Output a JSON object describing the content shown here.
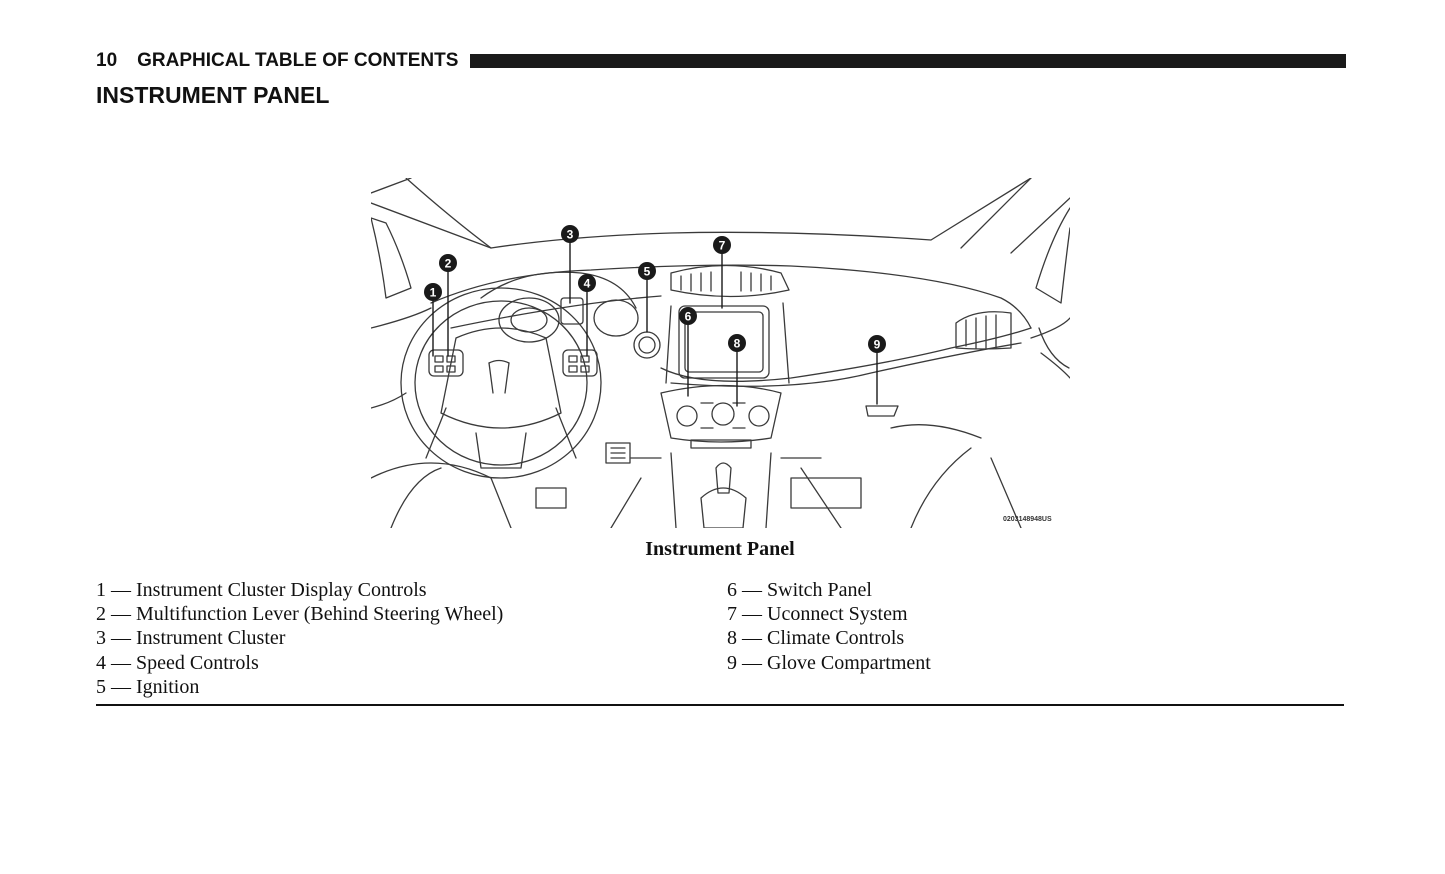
{
  "header": {
    "page_number": "10",
    "title": "GRAPHICAL TABLE OF CONTENTS"
  },
  "section_title": "INSTRUMENT PANEL",
  "figure": {
    "image_code": "0203148948US",
    "callouts": [
      "1",
      "2",
      "3",
      "4",
      "5",
      "6",
      "7",
      "8",
      "9"
    ],
    "caption": "Instrument Panel"
  },
  "legend": {
    "left": [
      "1 — Instrument Cluster Display Controls",
      "2 — Multifunction Lever (Behind Steering Wheel)",
      "3 — Instrument Cluster",
      "4 — Speed Controls",
      "5 — Ignition"
    ],
    "right": [
      "6 — Switch Panel",
      "7 — Uconnect System",
      "8 — Climate Controls",
      "9 — Glove Compartment"
    ]
  }
}
